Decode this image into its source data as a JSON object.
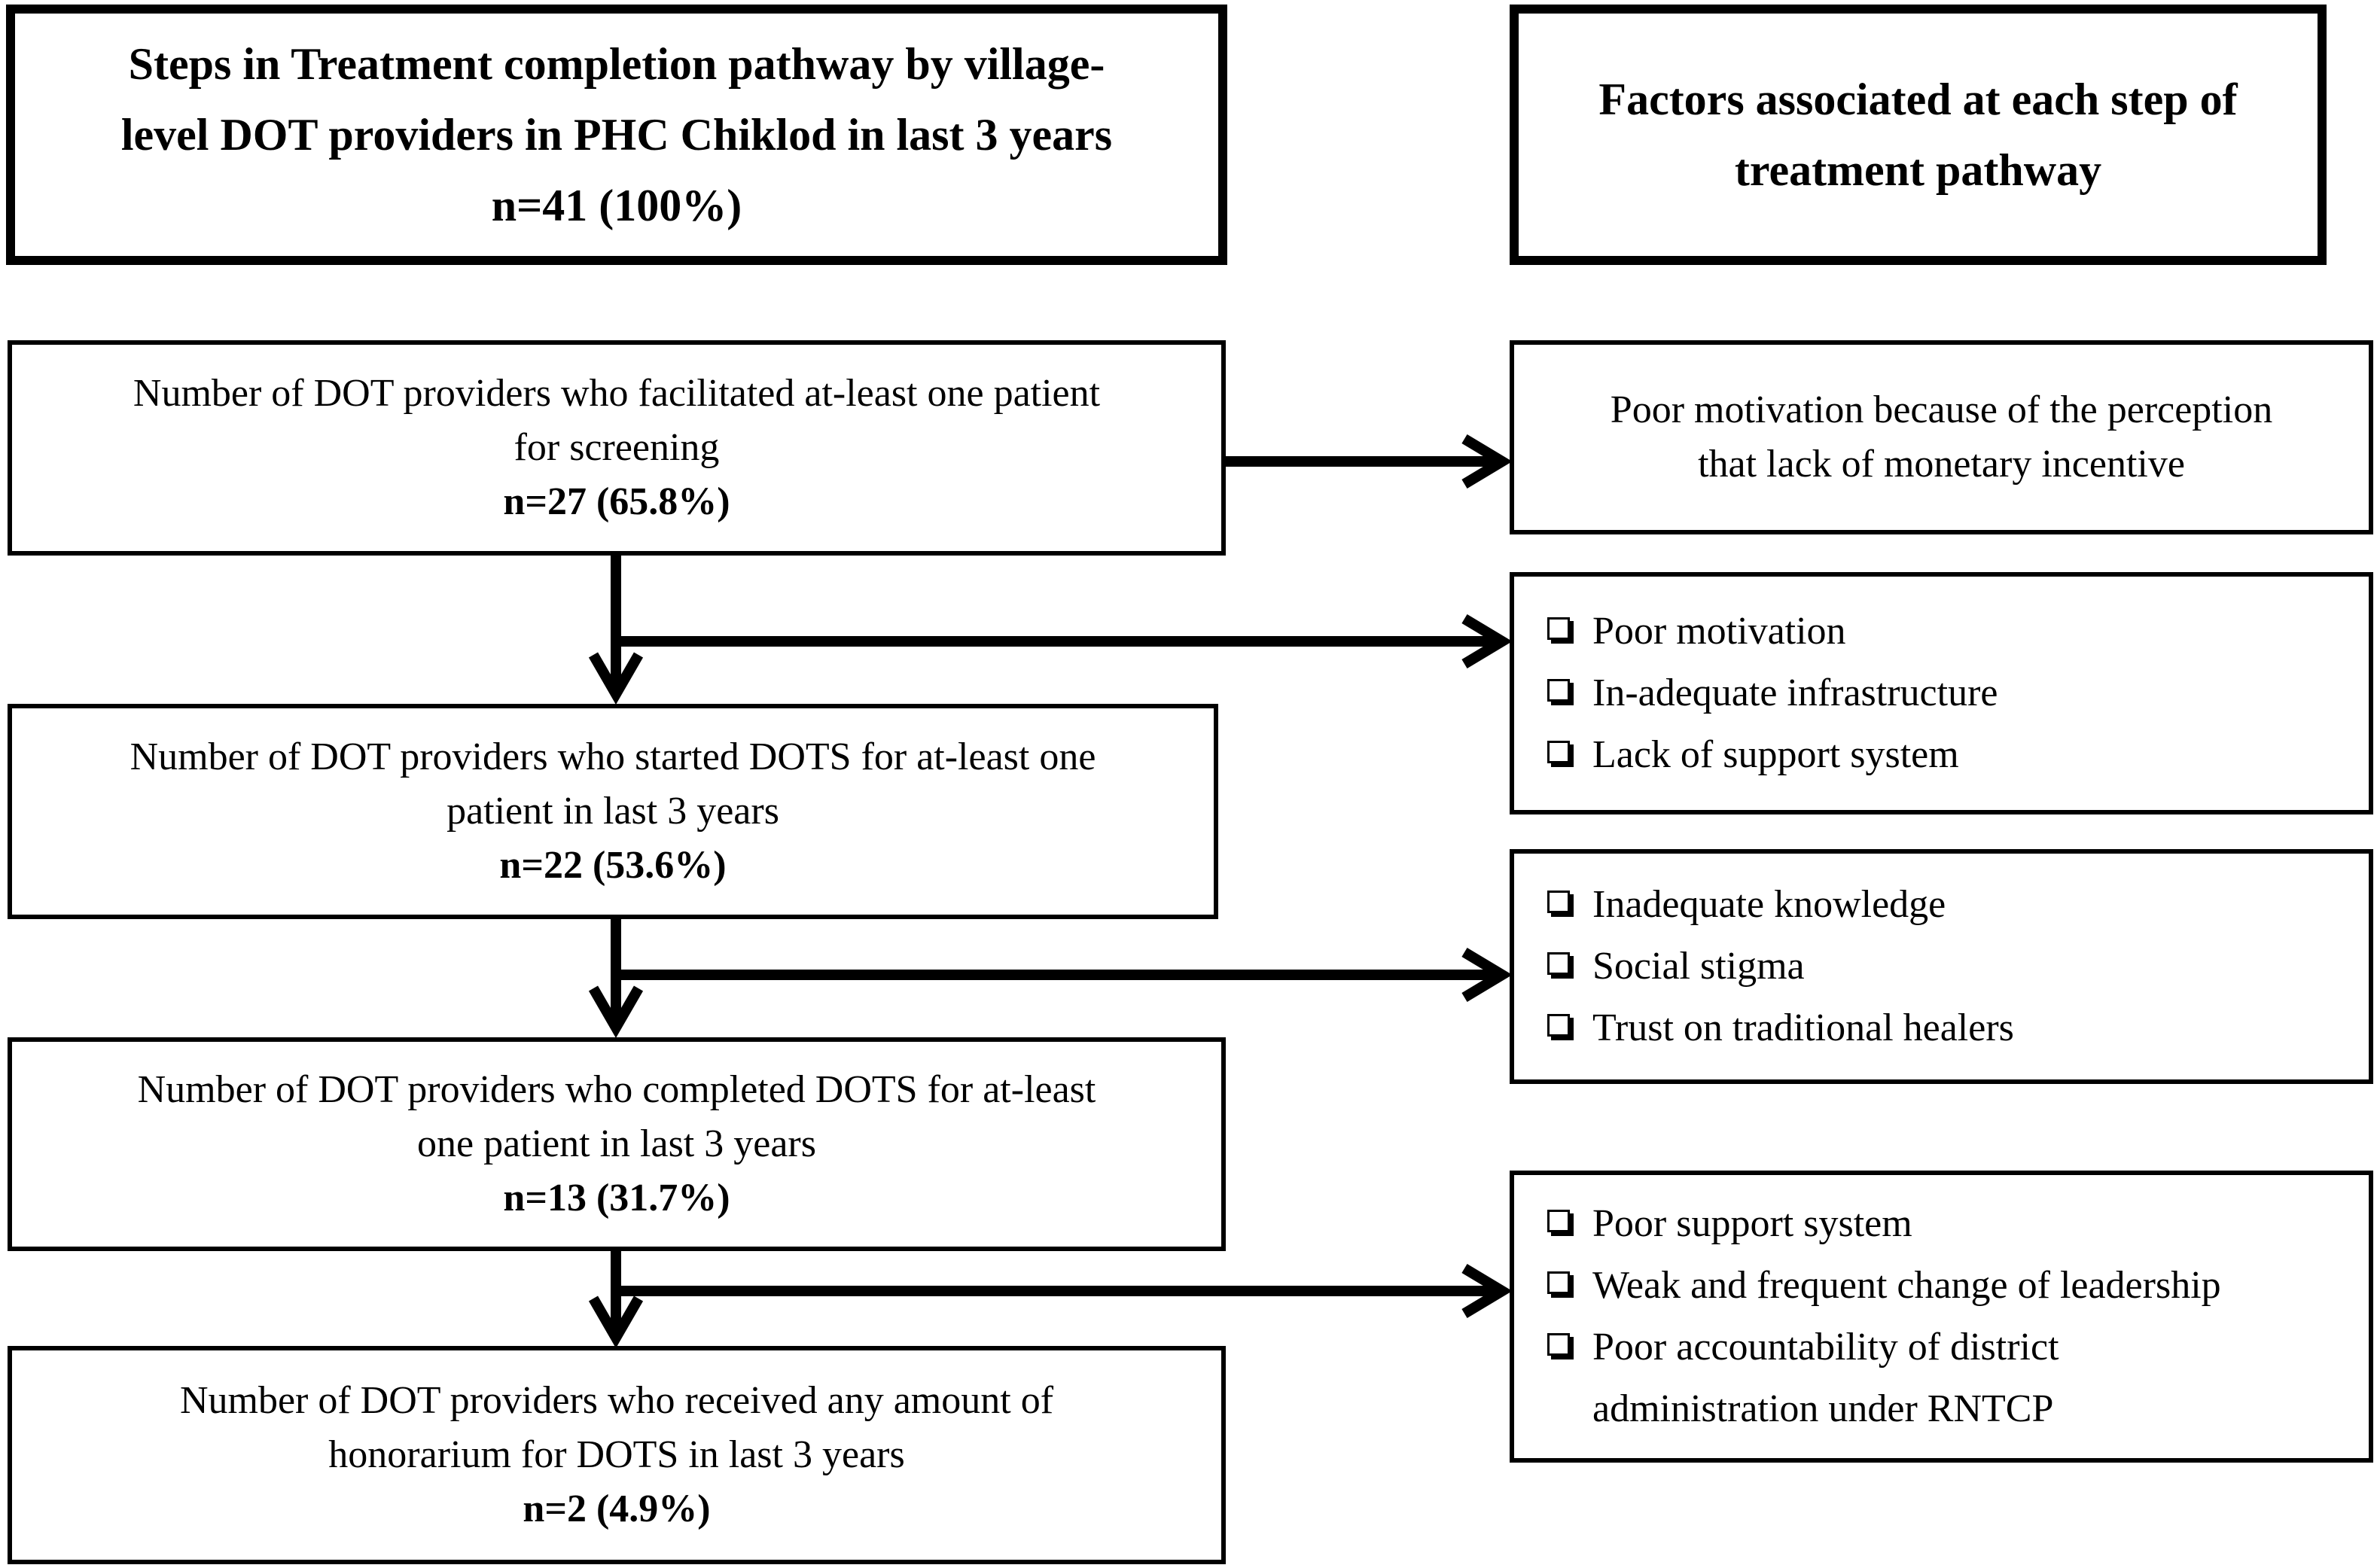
{
  "headers": {
    "left": [
      "Steps in Treatment completion pathway by village-",
      "level DOT providers in PHC Chiklod in last 3 years",
      "n=41 (100%)"
    ],
    "right": [
      "Factors associated at each step of",
      "treatment pathway"
    ]
  },
  "steps": [
    {
      "lines": [
        "Number of DOT providers who facilitated at-least one patient",
        "for screening"
      ],
      "n": "n=27 (65.8%)"
    },
    {
      "lines": [
        "Number of DOT providers who started DOTS for at-least one",
        "patient in last 3 years"
      ],
      "n": "n=22 (53.6%)"
    },
    {
      "lines": [
        "Number of DOT providers who completed DOTS for at-least",
        "one patient in last 3 years"
      ],
      "n": "n=13 (31.7%)"
    },
    {
      "lines": [
        "Number of DOT providers who received any amount of",
        "honorarium for DOTS in last 3 years"
      ],
      "n": "n=2 (4.9%)"
    }
  ],
  "factors": [
    {
      "text_lines": [
        "Poor motivation because of the perception",
        "that lack of monetary incentive"
      ]
    },
    {
      "items": [
        "Poor motivation",
        "In-adequate infrastructure",
        "Lack of support system"
      ]
    },
    {
      "items": [
        "Inadequate knowledge",
        "Social stigma",
        "Trust on traditional healers"
      ]
    },
    {
      "items": [
        "Poor support system",
        "Weak and frequent change of leadership",
        "Poor accountability of district",
        "administration under RNTCP"
      ]
    }
  ]
}
